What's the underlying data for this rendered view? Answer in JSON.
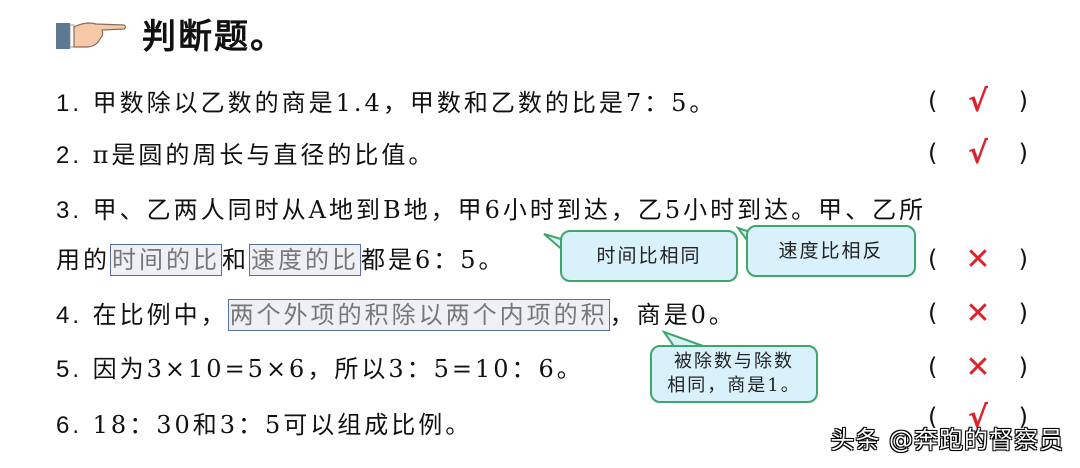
{
  "header": {
    "icon": "pointing-hand-icon",
    "title": "判断题。"
  },
  "questions": [
    {
      "number": "1.",
      "text": "甲数除以乙数的商是1.4，甲数和乙数的比是7：5。",
      "answer": "√",
      "answer_icon": "check-icon"
    },
    {
      "number": "2.",
      "text": "π是圆的周长与直径的比值。",
      "answer": "√",
      "answer_icon": "check-icon"
    },
    {
      "number": "3.",
      "line1": "甲、乙两人同时从A地到B地，甲6小时到达，乙5小时到达。甲、乙所",
      "line2_pre": "用的",
      "hl1": "时间的比",
      "mid": "和",
      "hl2": "速度的比",
      "line2_post": "都是6：5。",
      "answer": "✕",
      "answer_icon": "cross-icon"
    },
    {
      "number": "4.",
      "pre": "在比例中，",
      "hl": "两个外项的积除以两个内项的积",
      "post": "，商是0。",
      "answer": "✕",
      "answer_icon": "cross-icon"
    },
    {
      "number": "5.",
      "text": "因为3×10=5×6，所以3：5=10：6。",
      "answer": "✕",
      "answer_icon": "cross-icon"
    },
    {
      "number": "6.",
      "text": " 18：30和3：5可以组成比例。",
      "answer": "√",
      "answer_icon": "check-icon"
    }
  ],
  "callouts": {
    "time_ratio": "时间比相同",
    "speed_ratio": "速度比相反",
    "quotient_line1": "被除数与除数",
    "quotient_line2": "相同，商是1。"
  },
  "parens": {
    "open": "(",
    "close": ")"
  },
  "colors": {
    "mark": "#e0202a",
    "bubble_fill": "#d9f1fb",
    "bubble_border": "#3fa56a",
    "highlight_border": "#5b6ea0"
  },
  "watermark": "头条 @奔跑的督察员"
}
